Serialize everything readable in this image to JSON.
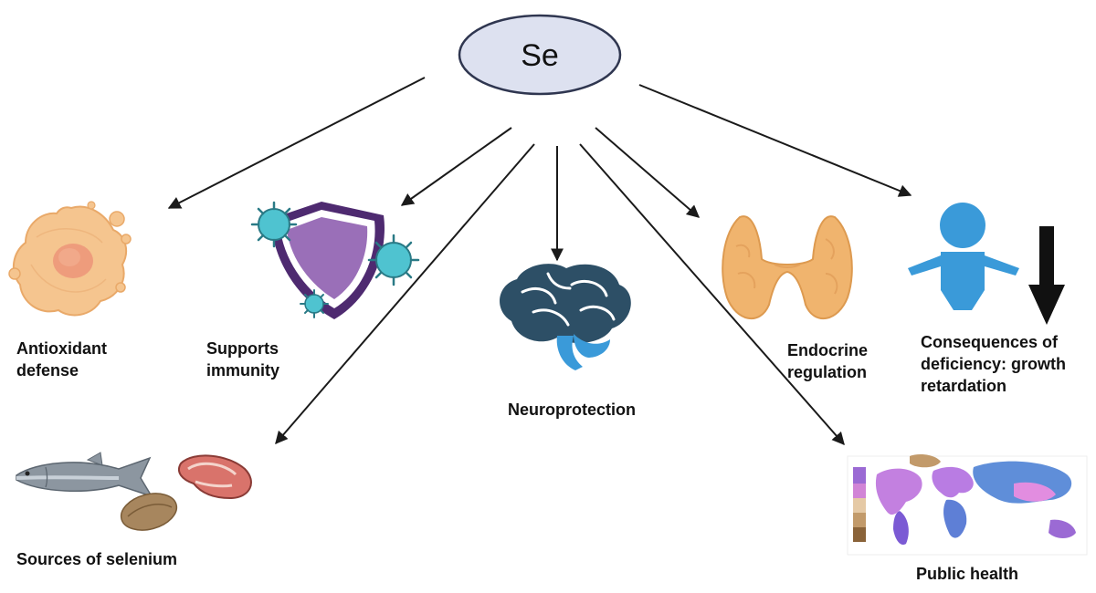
{
  "center": {
    "label": "Se",
    "fill": "#dde1f0",
    "stroke": "#2f3650"
  },
  "labels": {
    "antioxidant": [
      "Antioxidant",
      "defense"
    ],
    "immunity": [
      "Supports",
      "immunity"
    ],
    "neuro": [
      "Neuroprotection"
    ],
    "endocrine": [
      "Endocrine",
      "regulation"
    ],
    "growth": [
      "Consequences of",
      "deficiency: growth",
      "retardation"
    ],
    "sources": [
      "Sources of selenium"
    ],
    "public": [
      "Public health"
    ]
  },
  "icons": {
    "antioxidant": "cell-icon",
    "immunity": "virus-shield-icon",
    "neuro": "brain-icon",
    "endocrine": "thyroid-icon",
    "growth": "child-icon",
    "sources": "fish-meat-nut-icon",
    "public": "world-map-icon"
  },
  "colors": {
    "arrow": "#1a1a1a",
    "cell": "#f5c58f",
    "shield": "#9a6fb8",
    "virus": "#4fc3d0",
    "brain": "#2d4f66",
    "thyroid": "#f0b46e",
    "child": "#3a9ad9",
    "fish": "#8c96a0",
    "meat": "#d9736b",
    "nut": "#a7865e"
  }
}
